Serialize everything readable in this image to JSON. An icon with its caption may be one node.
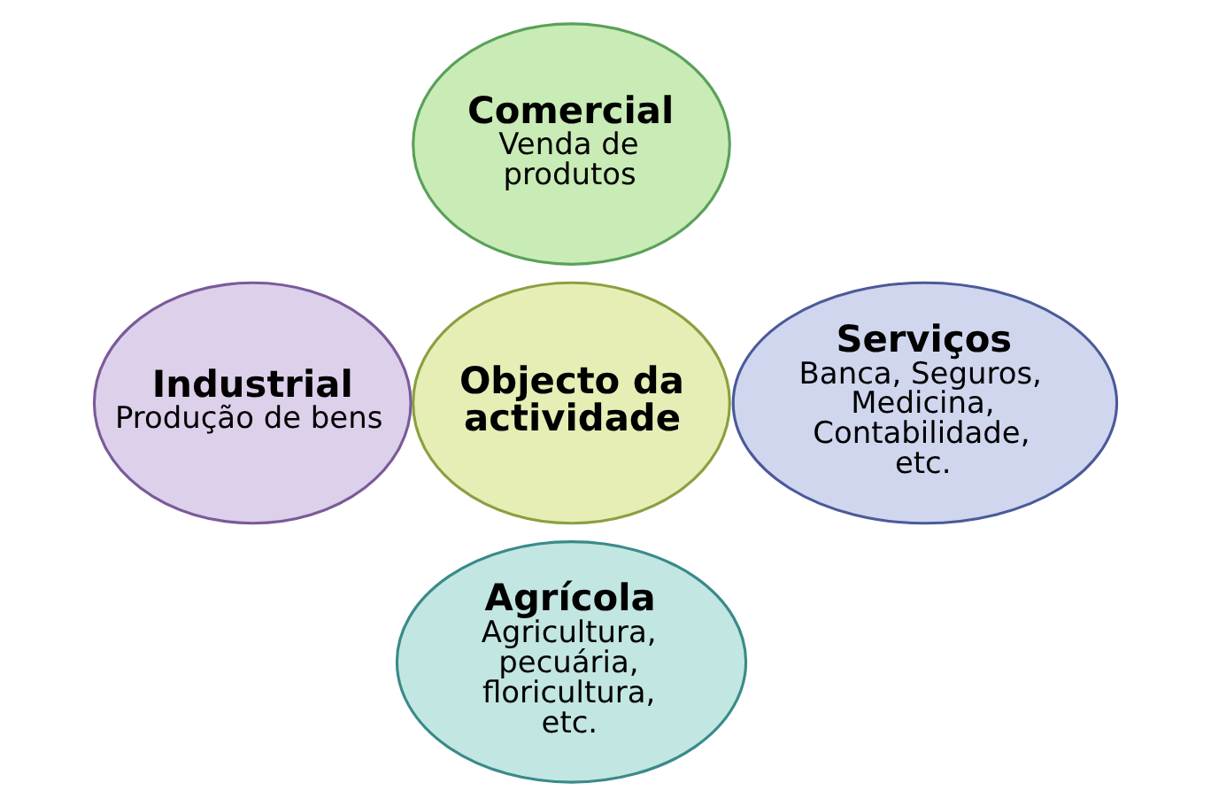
{
  "diagram": {
    "nodes": [
      {
        "text": [
          "Comercial",
          "Venda de produtos"
        ]
      },
      {
        "text": [
          "Industrial",
          "Produção de bens"
        ]
      },
      {
        "text": [
          "Objecto da actividade"
        ]
      },
      {
        "text": [
          "Serviços",
          "Banca, Seguros, Medicina, Contabilidade, etc."
        ]
      },
      {
        "text": [
          "Agrícola",
          "Agricultura, pecuária, floricultura, etc."
        ]
      }
    ]
  }
}
